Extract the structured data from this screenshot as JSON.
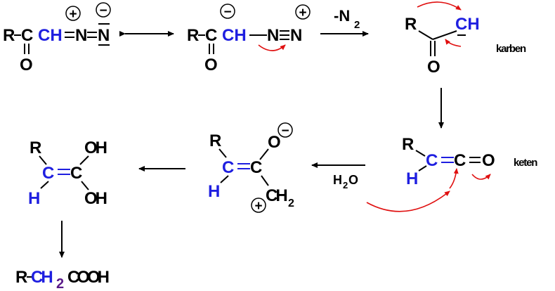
{
  "labels": {
    "minus_n2": "-N",
    "n2_sub": "2",
    "karben": "karben",
    "keten": "keten",
    "h2o_h": "H",
    "h2o_sub": "2",
    "h2o_o": "O"
  },
  "atoms": {
    "R": "R",
    "C": "C",
    "O": "O",
    "H": "H",
    "N": "N",
    "CH": "CH",
    "OH": "OH",
    "CH2": "CH",
    "sub2": "2",
    "plus": "+",
    "minus": "−"
  },
  "product": {
    "r": "R",
    "ch2": "CH",
    "sub2": "2",
    "cooh": "COOH"
  },
  "colors": {
    "black": "#000000",
    "blue": "#1f1fe0",
    "red": "#e01010",
    "purple": "#5a1a8a"
  }
}
